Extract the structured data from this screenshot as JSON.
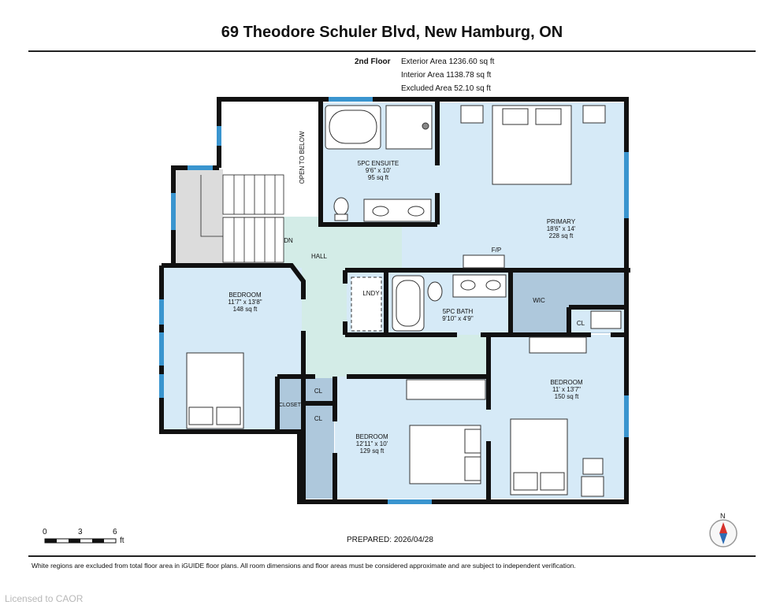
{
  "title": "69 Theodore Schuler Blvd, New Hamburg, ON",
  "floor": {
    "label": "2nd Floor",
    "areas": [
      "Exterior Area 1236.60 sq ft",
      "Interior Area 1138.78 sq ft",
      "Excluded Area 52.10 sq ft"
    ]
  },
  "rooms": {
    "ensuite": {
      "name": "5PC ENSUITE",
      "dims": "9'6\" x 10'",
      "area": "95 sq ft"
    },
    "primary": {
      "name": "PRIMARY",
      "dims": "18'6\" x 14'",
      "area": "228 sq ft"
    },
    "bedroom_left": {
      "name": "BEDROOM",
      "dims": "11'7\" x 13'8\"",
      "area": "148 sq ft"
    },
    "bedroom_mid": {
      "name": "BEDROOM",
      "dims": "12'11\" x 10'",
      "area": "129 sq ft"
    },
    "bedroom_right": {
      "name": "BEDROOM",
      "dims": "11' x 13'7\"",
      "area": "150 sq ft"
    },
    "bath": {
      "name": "5PC BATH",
      "dims": "9'10\" x 4'9\""
    },
    "hall": "HALL",
    "lndy": "LNDY",
    "wic": "WIC",
    "cl": "CL",
    "closet": "CLOSET",
    "fp": "F/P",
    "dn": "DN",
    "open_below": "OPEN TO BELOW"
  },
  "scale": {
    "ticks": [
      "0",
      "3",
      "6"
    ],
    "unit": "ft"
  },
  "prepared": "PREPARED: 2026/04/28",
  "compass": "N",
  "footnote": "White regions are excluded from total floor area in iGUIDE floor plans. All room dimensions and floor areas must be considered approximate and are subject to independent verification.",
  "licensed": "Licensed to CAOR",
  "colors": {
    "room_fill": "#d6eaf7",
    "hall_fill": "#d3ece7",
    "closet_fill": "#aec8dc",
    "stair_fill": "#dcdcdc",
    "wall": "#111111",
    "window": "#3a95cf"
  }
}
